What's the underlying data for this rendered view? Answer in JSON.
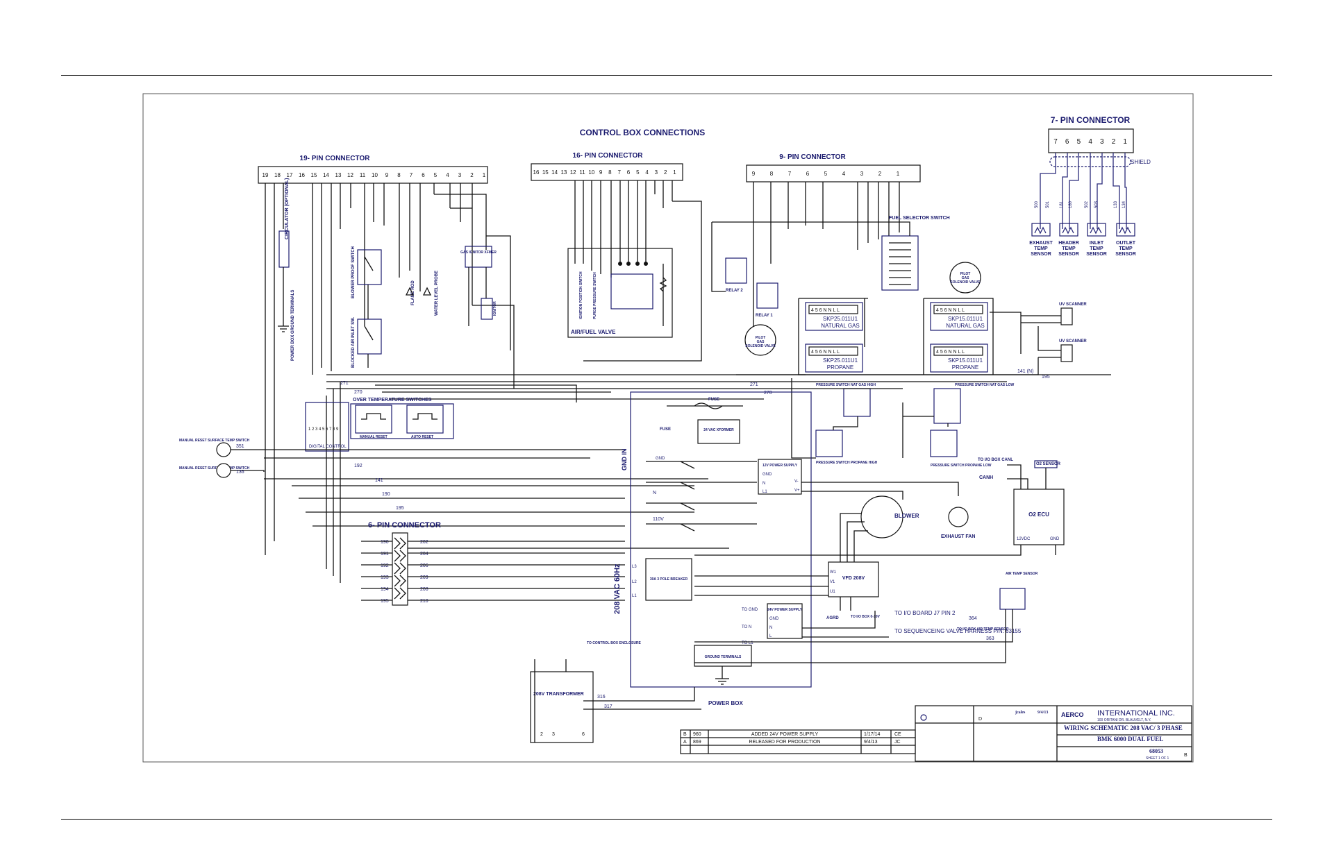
{
  "main_title": "CONTROL BOX CONNECTIONS",
  "connectors": {
    "c19": {
      "label": "19- PIN CONNECTOR",
      "pins": [
        "19",
        "18",
        "17",
        "16",
        "15",
        "14",
        "13",
        "12",
        "11",
        "10",
        "9",
        "8",
        "7",
        "6",
        "5",
        "4",
        "3",
        "2",
        "1"
      ]
    },
    "c16": {
      "label": "16- PIN CONNECTOR",
      "pins": [
        "16",
        "15",
        "14",
        "13",
        "12",
        "11",
        "10",
        "9",
        "8",
        "7",
        "6",
        "5",
        "4",
        "3",
        "2",
        "1"
      ]
    },
    "c9": {
      "label": "9- PIN CONNECTOR",
      "pins": [
        "9",
        "8",
        "7",
        "6",
        "5",
        "4",
        "3",
        "2",
        "1"
      ]
    },
    "c7": {
      "label": "7- PIN CONNECTOR",
      "pins": [
        "7",
        "6",
        "5",
        "4",
        "3",
        "2",
        "1"
      ],
      "shield": "SHIELD"
    },
    "c6": {
      "label": "6- PIN CONNECTOR",
      "left_wires": [
        "190",
        "191",
        "192",
        "193",
        "194",
        "195"
      ],
      "right_wires": [
        "202",
        "204",
        "206",
        "209",
        "208",
        "210"
      ]
    }
  },
  "sensors": {
    "exhaust": "EXHAUST TEMP SENSOR",
    "header": "HEADER TEMP SENSOR",
    "inlet": "INLET TEMP SENSOR",
    "outlet": "OUTLET TEMP SENSOR",
    "wires": [
      "500",
      "501",
      "181",
      "180",
      "502",
      "503",
      "133",
      "134"
    ]
  },
  "components": {
    "circulator": "CIRCULATOR (OPTIONAL)",
    "power_box_ground": "POWER BOX GROUND TERMINALS",
    "blower_proof": "BLOWER PROOF SWITCH",
    "blocked_air": "BLOCKED AIR INLET SW.",
    "flame_rod": "FLAME ROD",
    "water_probe": "WATER LEVEL PROBE",
    "gas_ignitor": "GAS IGNITOR XFMER",
    "ignitor": "IGNITOR",
    "air_fuel_valve": "AIR/FUEL VALVE",
    "ignition_switch": "IGNITION POSITION SWITCH",
    "purge_switch": "PURGE PRESSURE SWITCH",
    "fuel_selector": "FUEL SELECTOR SWITCH",
    "relay1": "RELAY 1",
    "relay2": "RELAY 2",
    "pilot_valve_a": "PILOT GAS SOLENOID VALVE",
    "pilot_valve_b": "PILOT GAS SOLENOID VALVE",
    "valve_ng_left": {
      "model": "SKP25.011U1",
      "fuel": "NATURAL GAS"
    },
    "valve_pr_left": {
      "model": "SKP25.011U1",
      "fuel": "PROPANE"
    },
    "valve_ng_right": {
      "model": "SKP15.011U1",
      "fuel": "NATURAL GAS"
    },
    "valve_pr_right": {
      "model": "SKP15.011U1",
      "fuel": "PROPANE"
    },
    "uv_scanner_a": "UV SCANNER",
    "uv_scanner_b": "UV SCANNER",
    "ps_nat_high": "PRESSURE SWITCH NAT GAS HIGH",
    "ps_nat_low": "PRESSURE SWITCH NAT GAS LOW",
    "ps_pro_high": "PRESSURE SWITCH PROPANE HIGH",
    "ps_pro_low": "PRESSURE SWITCH PROPANE LOW",
    "over_temp": "OVER TEMPERATURE SWITCHES",
    "manual_reset": "MANUAL RESET",
    "auto_reset": "AUTO RESET",
    "digital_control": "DIGITAL CONTROL",
    "manual_reset_sw_a": "MANUAL RESET SURFACE TEMP SWITCH",
    "manual_reset_sw_b": "MANUAL RESET SURFACE TEMP SWITCH",
    "fuse_top": "FUSE",
    "fuse_small": "FUSE",
    "xformer_24": "24 VAC XFORMER",
    "gnd_in": "GND IN",
    "supply_12v": "12V POWER SUPPLY",
    "blower": "BLOWER",
    "exhaust_fan": "EXHAUST FAN",
    "io_canl": "TO I/O BOX CANL",
    "canh": "CANH",
    "o2_sensor": "O2 SENSOR",
    "o2_ecu": "O2 ECU",
    "breaker": "30A 3 POLE BREAKER",
    "vac208": "208 VAC 60Hz",
    "vfd": "VFD 208V",
    "supply_24v": "24V POWER SUPPLY",
    "io_010": "TO I/O BOX 0-10V",
    "to_io_board": "TO I/O BOARD J7 PIN 2",
    "to_seq": "TO SEQUENCEING VALVE HARNESS P/N: 63155",
    "air_temp": "AIR TEMP SENSOR",
    "io_air": "TO I/O BOX AIR TEMP SENSOR",
    "ground_terminals": "GROUND TERMINALS",
    "to_control_box": "TO CONTROL BOX ENCLOSURE",
    "transformer": "208V TRANSFORMER",
    "power_box": "POWER BOX",
    "agrd": "AGRD"
  },
  "title_block": {
    "company": "INTERNATIONAL INC.",
    "address": "100 ORITANI DR. BLAUVELT, N.Y.",
    "title_line1": "WIRING SCHEMATIC 208 VAC/ 3 PHASE",
    "title_line2": "BMK 6000 DUAL FUEL",
    "dwg_no": "68053",
    "sheet": "SHEET 1 OF 1",
    "rev": "B",
    "drawn_by": "jcales",
    "date": "9/4/13",
    "size": "D",
    "revisions": [
      {
        "rev": "B",
        "eco": "960",
        "desc": "ADDED 24V POWER SUPPLY",
        "date": "1/17/14",
        "by": "CE"
      },
      {
        "rev": "A",
        "eco": "869",
        "desc": "RELEASED FOR PRODUCTION",
        "date": "9/4/13",
        "by": "JC"
      }
    ]
  }
}
